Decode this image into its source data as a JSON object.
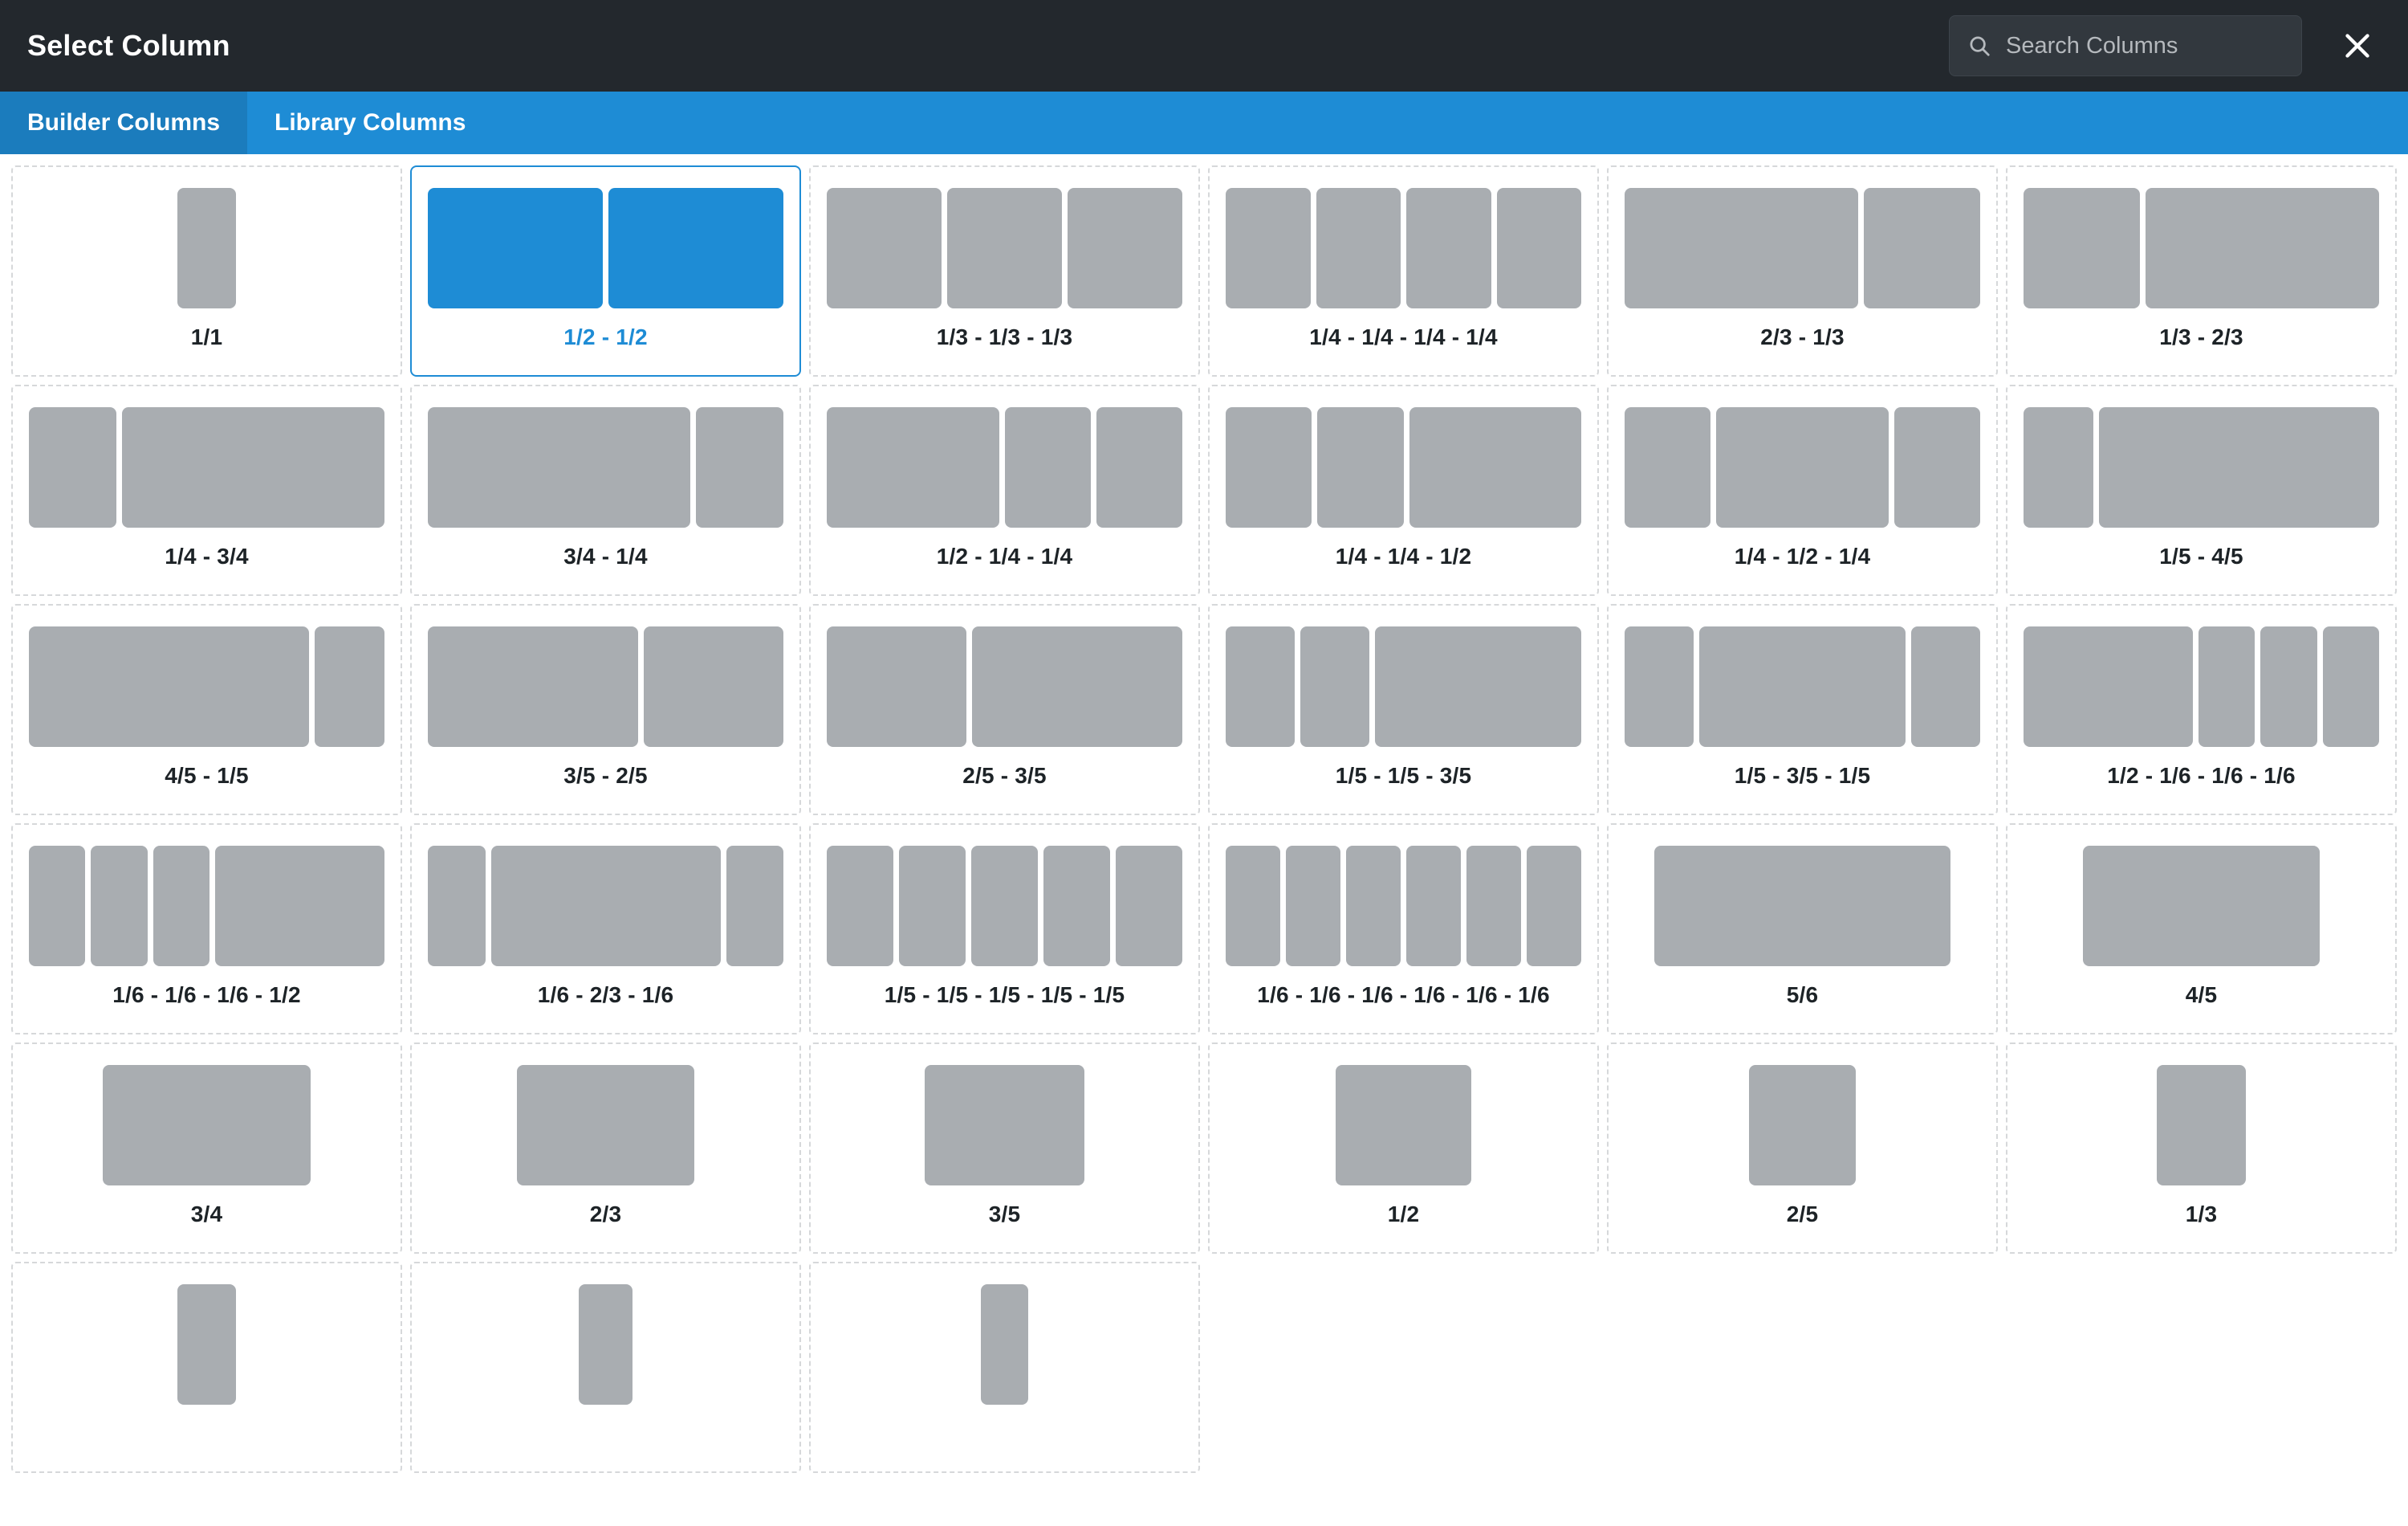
{
  "header": {
    "title": "Select Column",
    "search": {
      "placeholder": "Search Columns",
      "value": "",
      "icon": "search-icon"
    },
    "close": {
      "icon": "close-icon",
      "label": "✕"
    },
    "background_color": "#23282d"
  },
  "tabs": {
    "accent_color": "#1e8cd5",
    "active_color": "#1b7cbd",
    "items": [
      {
        "label": "Builder Columns",
        "active": true
      },
      {
        "label": "Library Columns",
        "active": false
      }
    ]
  },
  "palette": {
    "block_grey": "#a9adb1",
    "block_blue": "#1e8cd5",
    "card_border": "#d6d8da",
    "label_text": "#1d2327"
  },
  "grid": {
    "columns": 6,
    "cards": [
      {
        "label": "1/1",
        "ratios": [
          1
        ],
        "selected": false
      },
      {
        "label": "1/2 - 1/2",
        "ratios": [
          1,
          1
        ],
        "selected": true
      },
      {
        "label": "1/3 - 1/3 - 1/3",
        "ratios": [
          1,
          1,
          1
        ],
        "selected": false
      },
      {
        "label": "1/4 - 1/4 - 1/4 - 1/4",
        "ratios": [
          1,
          1,
          1,
          1
        ],
        "selected": false
      },
      {
        "label": "2/3 - 1/3",
        "ratios": [
          2,
          1
        ],
        "selected": false
      },
      {
        "label": "1/3 - 2/3",
        "ratios": [
          1,
          2
        ],
        "selected": false
      },
      {
        "label": "1/4 - 3/4",
        "ratios": [
          1,
          3
        ],
        "selected": false
      },
      {
        "label": "3/4 - 1/4",
        "ratios": [
          3,
          1
        ],
        "selected": false
      },
      {
        "label": "1/2 - 1/4 - 1/4",
        "ratios": [
          2,
          1,
          1
        ],
        "selected": false
      },
      {
        "label": "1/4 - 1/4 - 1/2",
        "ratios": [
          1,
          1,
          2
        ],
        "selected": false
      },
      {
        "label": "1/4 - 1/2 - 1/4",
        "ratios": [
          1,
          2,
          1
        ],
        "selected": false
      },
      {
        "label": "1/5 - 4/5",
        "ratios": [
          1,
          4
        ],
        "selected": false
      },
      {
        "label": "4/5 - 1/5",
        "ratios": [
          4,
          1
        ],
        "selected": false
      },
      {
        "label": "3/5 - 2/5",
        "ratios": [
          3,
          2
        ],
        "selected": false
      },
      {
        "label": "2/5 - 3/5",
        "ratios": [
          2,
          3
        ],
        "selected": false
      },
      {
        "label": "1/5 - 1/5 - 3/5",
        "ratios": [
          1,
          1,
          3
        ],
        "selected": false
      },
      {
        "label": "1/5 - 3/5 - 1/5",
        "ratios": [
          1,
          3,
          1
        ],
        "selected": false
      },
      {
        "label": "1/2 - 1/6 - 1/6 - 1/6",
        "ratios": [
          3,
          1,
          1,
          1
        ],
        "selected": false
      },
      {
        "label": "1/6 - 1/6 - 1/6 - 1/2",
        "ratios": [
          1,
          1,
          1,
          3
        ],
        "selected": false
      },
      {
        "label": "1/6 - 2/3 - 1/6",
        "ratios": [
          1,
          4,
          1
        ],
        "selected": false
      },
      {
        "label": "1/5 - 1/5 - 1/5 - 1/5 - 1/5",
        "ratios": [
          1,
          1,
          1,
          1,
          1
        ],
        "selected": false
      },
      {
        "label": "1/6 - 1/6 - 1/6 - 1/6 - 1/6 - 1/6",
        "ratios": [
          1,
          1,
          1,
          1,
          1,
          1
        ],
        "selected": false
      },
      {
        "label": "5/6",
        "ratios": [
          5
        ],
        "selected": false
      },
      {
        "label": "4/5",
        "ratios": [
          4
        ],
        "selected": false
      },
      {
        "label": "3/4",
        "ratios": [
          3.5
        ],
        "selected": false
      },
      {
        "label": "2/3",
        "ratios": [
          3
        ],
        "selected": false
      },
      {
        "label": "3/5",
        "ratios": [
          2.7
        ],
        "selected": false
      },
      {
        "label": "1/2",
        "ratios": [
          2.3
        ],
        "selected": false
      },
      {
        "label": "2/5",
        "ratios": [
          1.8
        ],
        "selected": false
      },
      {
        "label": "1/3",
        "ratios": [
          1.5
        ],
        "selected": false
      },
      {
        "label": "",
        "ratios": [
          1
        ],
        "selected": false,
        "clipped": true
      },
      {
        "label": "",
        "ratios": [
          0.9
        ],
        "selected": false,
        "clipped": true
      },
      {
        "label": "",
        "ratios": [
          0.8
        ],
        "selected": false,
        "clipped": true
      }
    ]
  }
}
